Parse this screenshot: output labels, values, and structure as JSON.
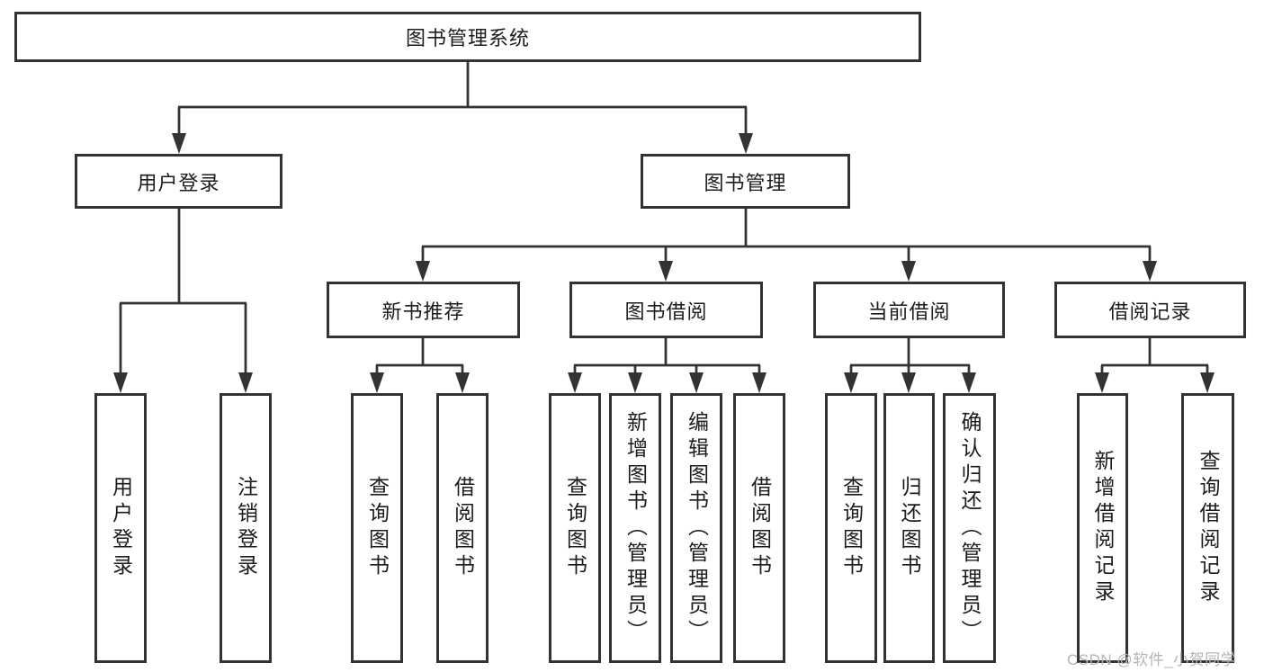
{
  "tree": {
    "label": "图书管理系统",
    "children": [
      {
        "label": "用户登录",
        "children": [
          {
            "label": "用户登录"
          },
          {
            "label": "注销登录"
          }
        ]
      },
      {
        "label": "图书管理",
        "children": [
          {
            "label": "新书推荐",
            "children": [
              {
                "label": "查询图书"
              },
              {
                "label": "借阅图书"
              }
            ]
          },
          {
            "label": "图书借阅",
            "children": [
              {
                "label": "查询图书"
              },
              {
                "label": "新增图书（管理员）"
              },
              {
                "label": "编辑图书（管理员）"
              },
              {
                "label": "借阅图书"
              }
            ]
          },
          {
            "label": "当前借阅",
            "children": [
              {
                "label": "查询图书"
              },
              {
                "label": "归还图书"
              },
              {
                "label": "确认归还（管理员）"
              }
            ]
          },
          {
            "label": "借阅记录",
            "children": [
              {
                "label": "新增借阅记录"
              },
              {
                "label": "查询借阅记录"
              }
            ]
          }
        ]
      }
    ]
  },
  "watermark": {
    "text": "CSDN @软件_小贺同学"
  },
  "colors": {
    "line": "#333333",
    "box_border": "#333333",
    "text": "#1c1c1c",
    "watermark": "#b5b5b5",
    "background": "#ffffff"
  }
}
